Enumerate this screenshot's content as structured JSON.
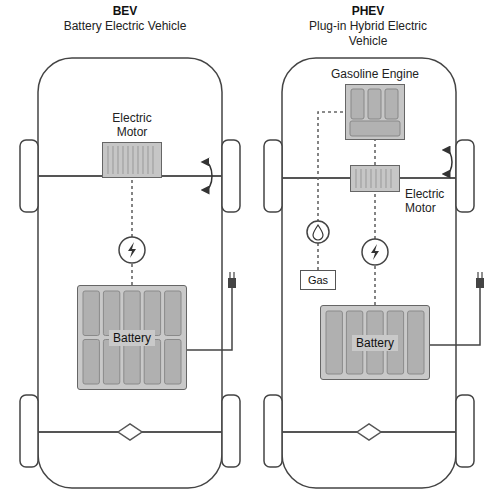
{
  "diagram": {
    "nodes": [
      {
        "text": [
          "BEV",
          "Battery Electric Vehicle"
        ]
      },
      {
        "text": [
          "Electric Motor"
        ],
        "in": 0
      },
      {
        "text": [
          "Battery"
        ],
        "in": 0
      },
      {
        "text": [
          "PHEV",
          "Plug-in Hybrid Electric Vehicle"
        ]
      },
      {
        "text": [
          "Gasoline Engine"
        ],
        "in": 3
      },
      {
        "text": [
          "Electric Motor"
        ],
        "in": 3
      },
      {
        "text": [
          "Gas"
        ],
        "in": 3
      },
      {
        "text": [
          "Battery"
        ],
        "in": 3
      }
    ],
    "edges": [
      {
        "from": 2,
        "to": 1,
        "arrow": "none"
      },
      {
        "from": 5,
        "to": 4,
        "arrow": "none"
      },
      {
        "from": 6,
        "to": 4,
        "arrow": "none"
      },
      {
        "from": 7,
        "to": 5,
        "arrow": "none"
      }
    ]
  }
}
